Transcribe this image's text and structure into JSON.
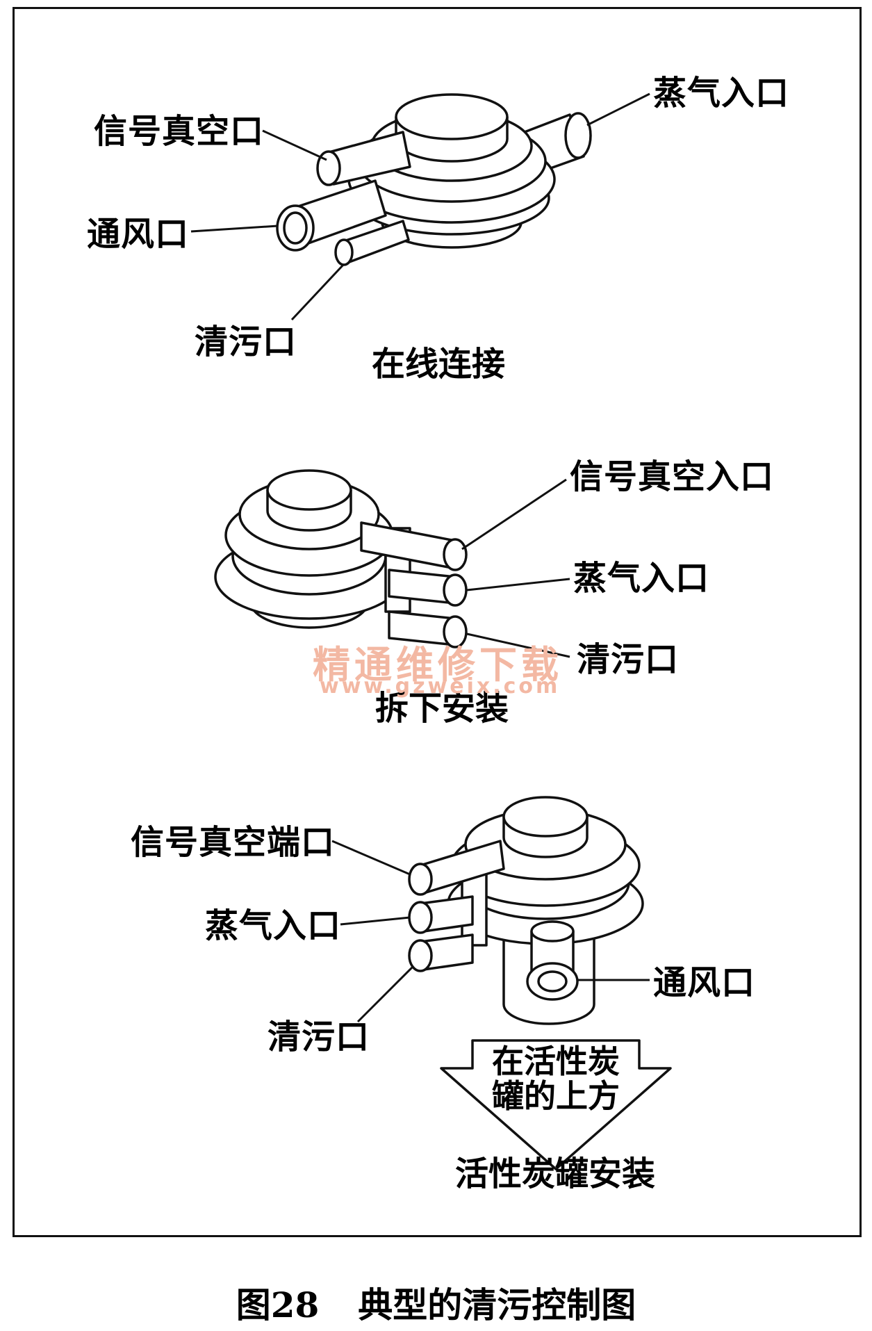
{
  "figure": {
    "number": "图28",
    "title": "典型的清污控制图"
  },
  "watermark": {
    "text": "精通维修下载",
    "url": "www.gzweix.com"
  },
  "panels": {
    "inline": {
      "caption": "在线连接",
      "labels": {
        "signal": "信号真空口",
        "vent": "通风口",
        "purge": "清污口",
        "vapor": "蒸气入口"
      }
    },
    "remote": {
      "caption": "拆下安装",
      "labels": {
        "signal": "信号真空入口",
        "vapor": "蒸气入口",
        "purge": "清污口"
      }
    },
    "canister": {
      "caption": "活性炭罐安装",
      "labels": {
        "signal": "信号真空端口",
        "vapor": "蒸气入口",
        "purge": "清污口",
        "vent": "通风口"
      },
      "arrow_text_line1": "在活性炭",
      "arrow_text_line2": "罐的上方"
    }
  }
}
